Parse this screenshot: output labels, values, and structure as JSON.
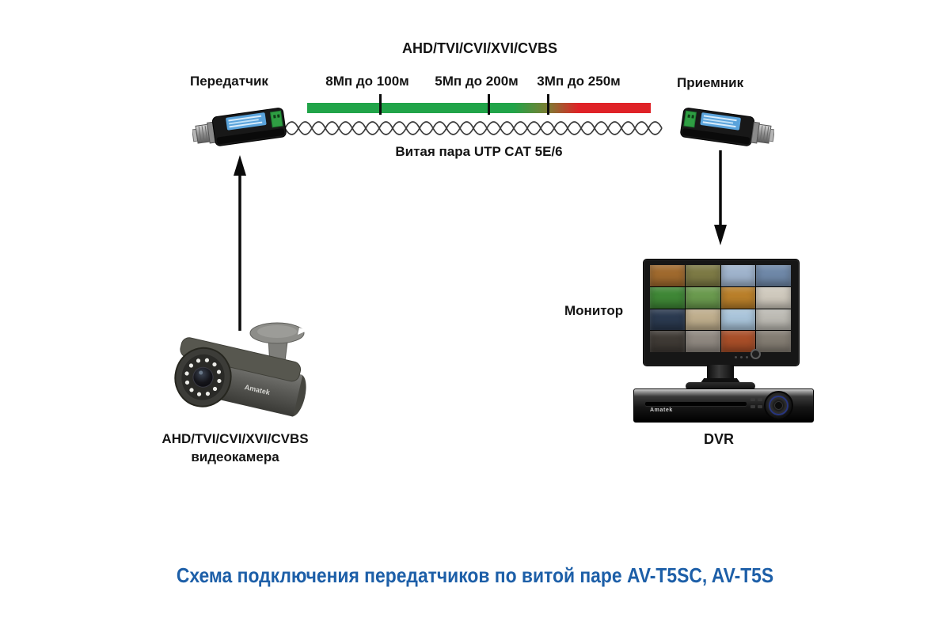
{
  "header": {
    "title": "AHD/TVI/CVI/XVI/CVBS"
  },
  "link": {
    "transmitter_label": "Передатчик",
    "receiver_label": "Приемник",
    "ranges": [
      {
        "label": "8Мп до 100м"
      },
      {
        "label": "5Мп до 200м"
      },
      {
        "label": "3Мп до 250м"
      }
    ],
    "cable_label": "Витая пара UTP CAT 5E/6"
  },
  "camera": {
    "label_line1": "AHD/TVI/CVI/XVI/CVBS",
    "label_line2": "видеокамера",
    "brand": "Amatek"
  },
  "monitor": {
    "label": "Монитор",
    "tiles": [
      "#a06a2e",
      "#7d7a45",
      "#9fb3cc",
      "#6f88a8",
      "#3f8736",
      "#6a9a4e",
      "#b97f2a",
      "#cfc9bd",
      "#2b3a50",
      "#bfae8d",
      "#a9c4da",
      "#bdbbb4",
      "#3f3a35",
      "#8f8880",
      "#a84e28",
      "#837c72"
    ]
  },
  "dvr": {
    "label": "DVR",
    "brand": "Amatek"
  },
  "caption": "Схема подключения передатчиков по витой паре AV-T5SC, AV-T5S",
  "colors": {
    "range_ok_green": "#21a449",
    "range_limit_red": "#df2227",
    "caption_blue": "#1d5fa8",
    "balun_label_blue": "#5aa3db",
    "balun_terminal_green": "#2f9e43"
  }
}
